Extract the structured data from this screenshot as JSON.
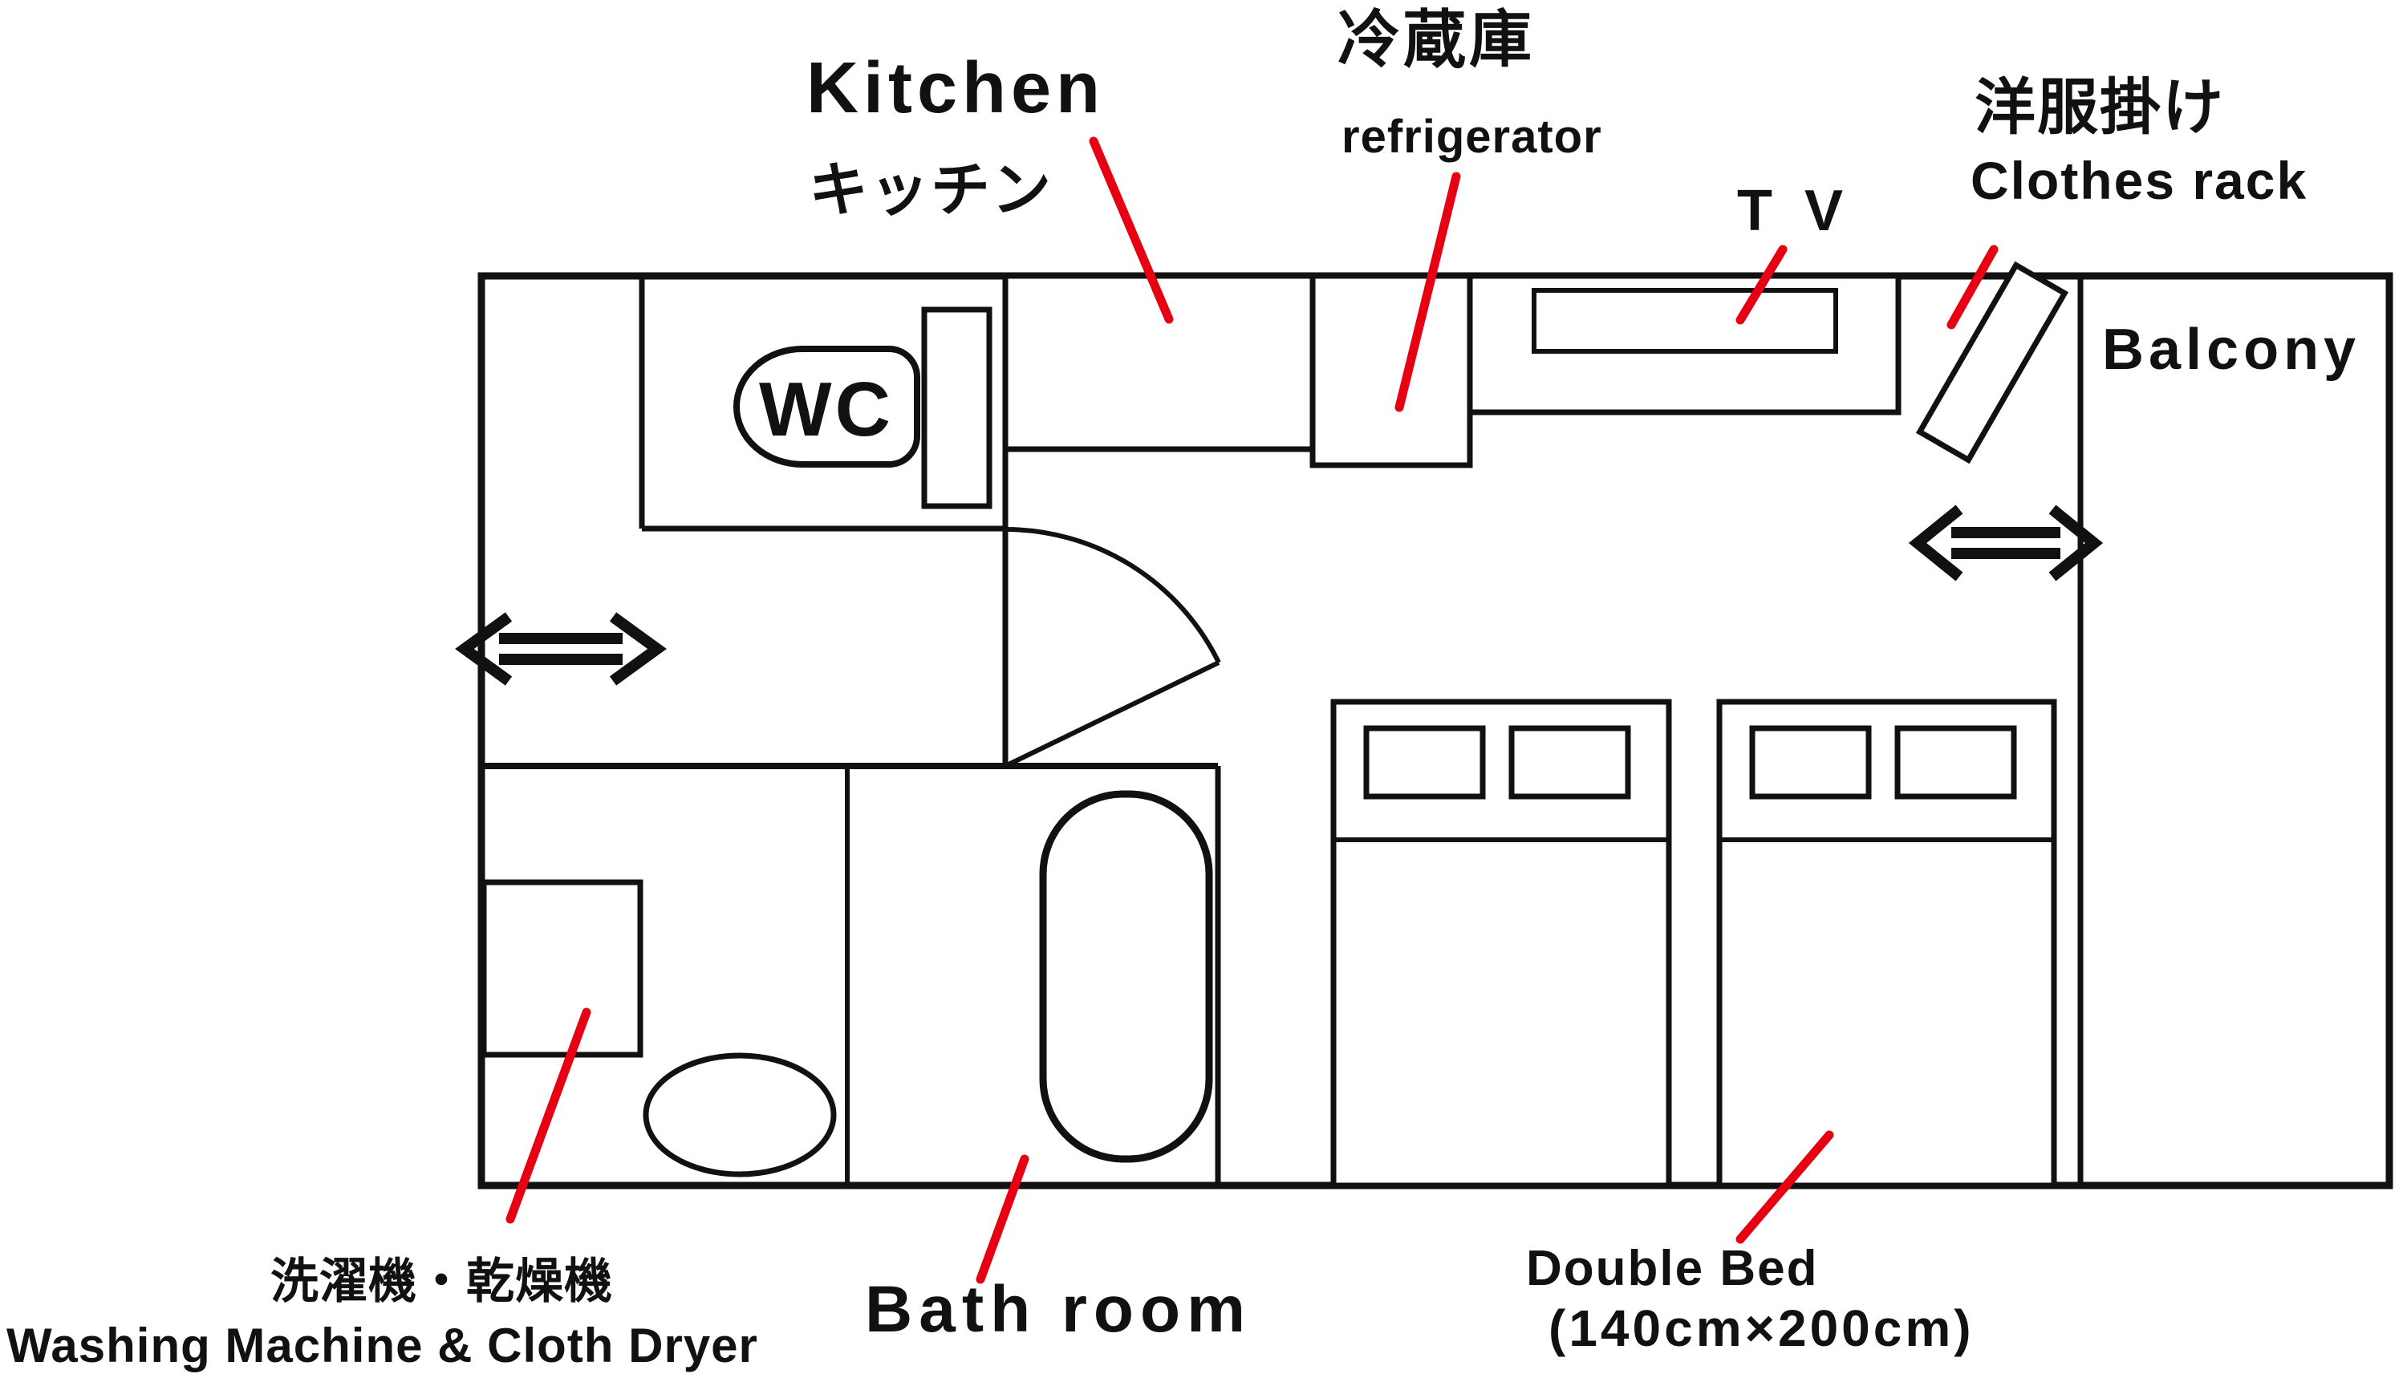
{
  "document": {
    "kind": "apartment floor plan diagram",
    "background": "#ffffff"
  },
  "colors": {
    "wall": "#111111",
    "annotation_red": "#e60012"
  },
  "labels": {
    "kitchen": {
      "en": "Kitchen",
      "ja": "キッチン"
    },
    "refrigerator": {
      "en": "refrigerator",
      "ja": "冷蔵庫"
    },
    "tv": {
      "en": "TV"
    },
    "clothes_rack": {
      "en": "Clothes rack",
      "ja": "洋服掛け"
    },
    "balcony": {
      "en": "Balcony"
    },
    "wc": {
      "en": "WC"
    },
    "washing_machine": {
      "en": "Washing Machine & Cloth Dryer",
      "ja": "洗濯機・乾燥機"
    },
    "bath_room": {
      "en": "Bath room"
    },
    "double_bed": {
      "en": "Double Bed",
      "size": "(140cm×200cm)"
    }
  },
  "annotations": [
    {
      "points_to": "kitchen counter"
    },
    {
      "points_to": "refrigerator box"
    },
    {
      "points_to": "tv"
    },
    {
      "points_to": "clothes rack"
    },
    {
      "points_to": "washing machine"
    },
    {
      "points_to": "bath room"
    },
    {
      "points_to": "double bed"
    }
  ]
}
